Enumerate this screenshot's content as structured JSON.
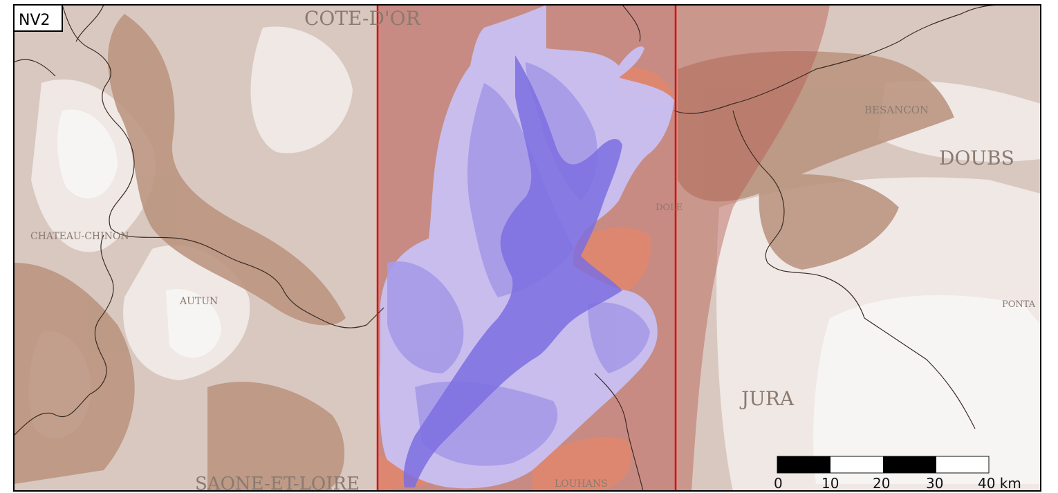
{
  "panel_label": "NV2",
  "places": {
    "cote_dor": "COTE-D'OR",
    "chateau_chinon": "CHATEAU-CHINON",
    "autun": "AUTUN",
    "saone_et_loire": "SAONE-ET-LOIRE",
    "dole": "DOLE",
    "besancon": "BESANCON",
    "doubs": "DOUBS",
    "jura": "JURA",
    "ponta": "PONTA",
    "louhans": "LOUHANS"
  },
  "scale_bar": {
    "labels": [
      "0",
      "10",
      "20",
      "30",
      "40 km"
    ]
  },
  "colors": {
    "page_bg": "#ffffff",
    "terrain_low": "#f2eeec",
    "terrain_mid": "#d9c8c0",
    "terrain_high": "#b8927c",
    "study_band": "#c07a70",
    "band_edge": "#e00000",
    "aquifer_light": "#c8c0f2",
    "aquifer_mid": "#a69ae8",
    "aquifer_dark": "#7c6ee0",
    "border_line": "#3a2a22"
  }
}
